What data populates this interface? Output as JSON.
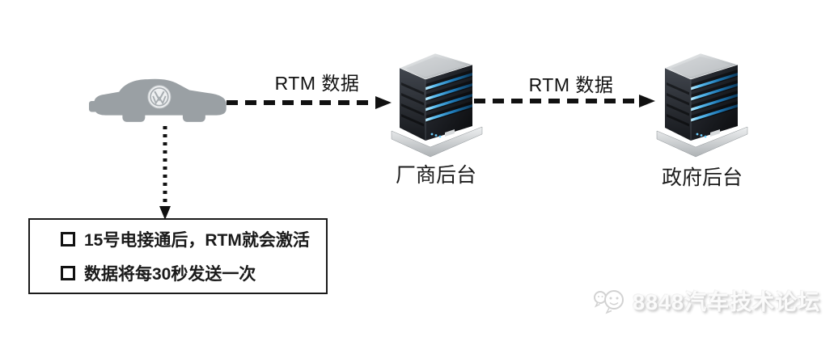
{
  "colors": {
    "background": "#ffffff",
    "car_gray": "#9aa0a4",
    "arrow_black": "#111111",
    "note_border": "#1a1a1a",
    "server_body_dark": "#15171c",
    "server_led_blue": "#4db4f0",
    "watermark_gray": "#d2d2d2"
  },
  "icons": {
    "car": "vw-sedan-silhouette",
    "server": "server-tower-blue-leds",
    "watermark": "chat-bubbles"
  },
  "diagram": {
    "flow1_label": "RTM 数据",
    "flow2_label": "RTM 数据",
    "server1_label": "厂商后台",
    "server2_label": "政府后台",
    "note": {
      "item1": "15号电接通后，RTM就会激活",
      "item2": "数据将每30秒发送一次"
    },
    "watermark_text": "8848汽车技术论坛"
  }
}
